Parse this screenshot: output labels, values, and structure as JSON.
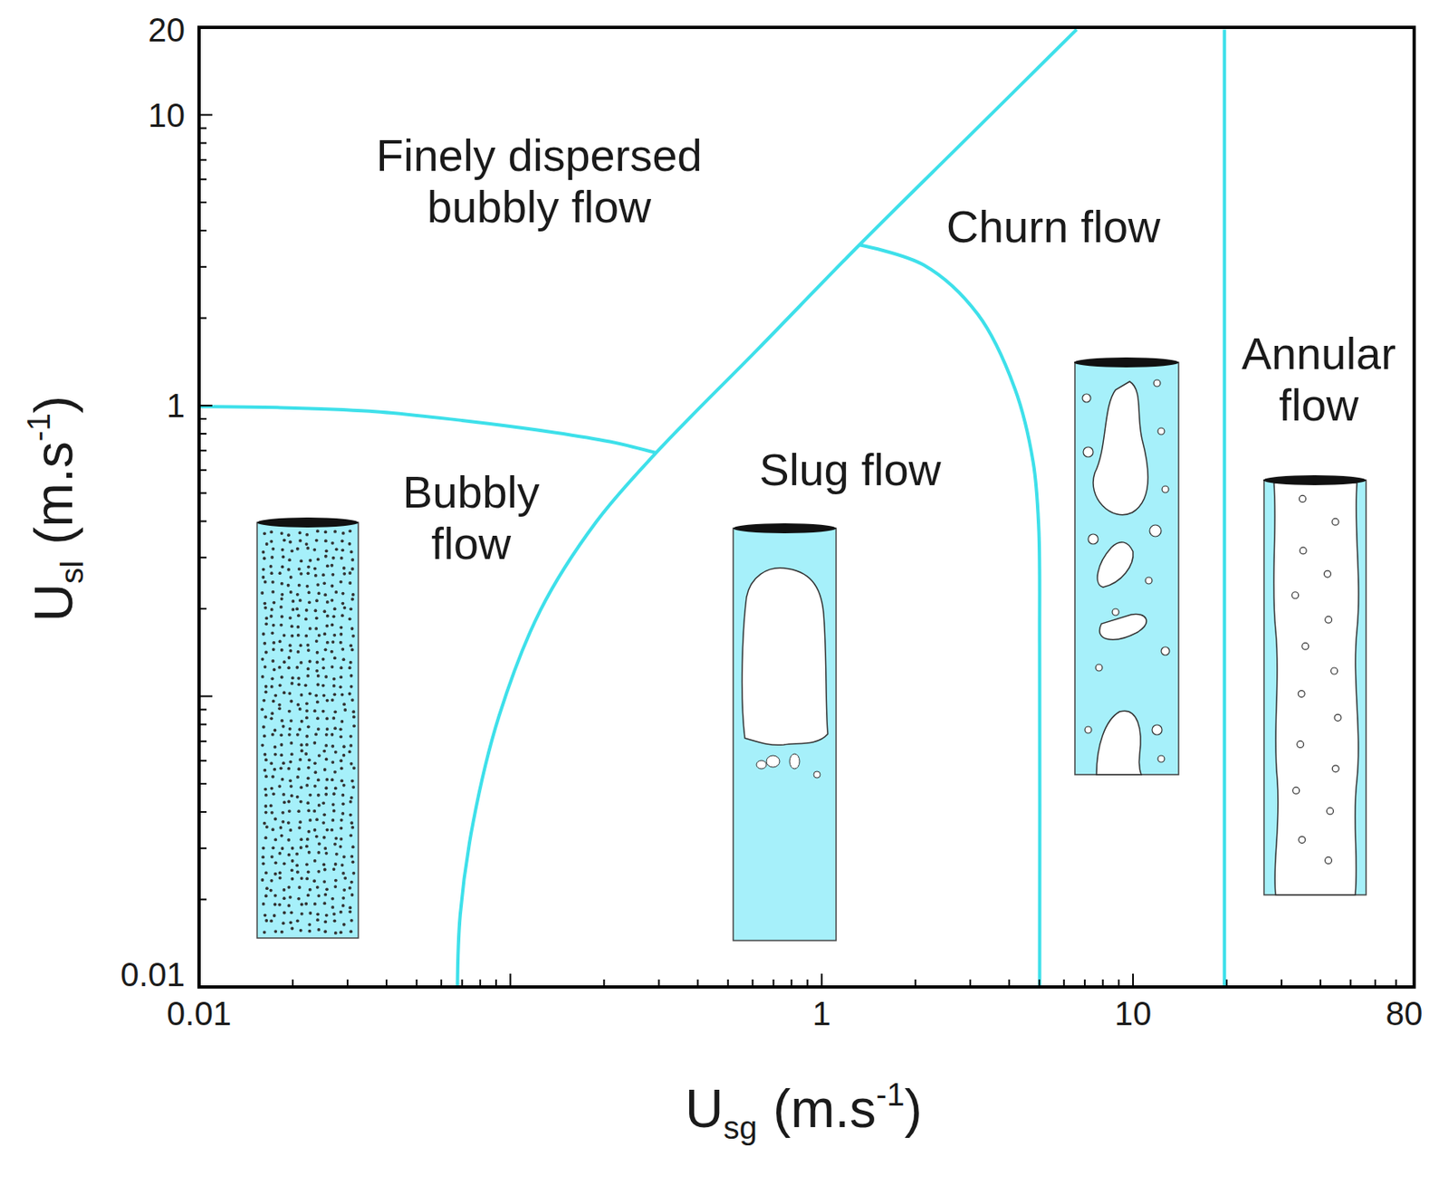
{
  "diagram": {
    "labels": [
      "Finely dispersed bubbly flow",
      "Churn flow",
      "Bubbly flow",
      "Slug flow",
      "Annular flow",
      "20",
      "10",
      "1",
      "0.01",
      "0.01",
      "1",
      "10",
      "80",
      "U",
      "sl",
      "(m.s",
      "-1",
      ")",
      "U",
      "sg",
      "(m.s",
      "-1",
      ")"
    ]
  }
}
